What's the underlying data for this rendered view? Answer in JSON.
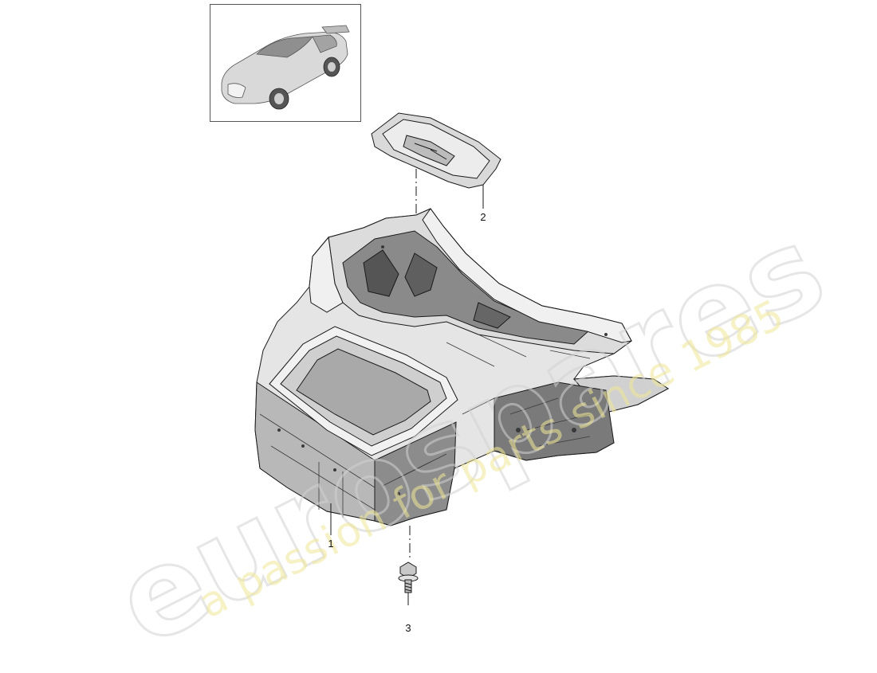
{
  "diagram": {
    "callouts": [
      {
        "id": "1",
        "label": "1"
      },
      {
        "id": "2",
        "label": "2"
      },
      {
        "id": "3",
        "label": "3"
      }
    ],
    "thumbnail": {
      "icon": "sports-car-icon"
    },
    "parts": {
      "front_end_assembly": {
        "icon": "front-body-structure-icon"
      },
      "cover_plate": {
        "icon": "cover-plate-icon"
      },
      "bolt": {
        "icon": "bolt-icon"
      }
    }
  },
  "watermark": {
    "brand": "eurospares",
    "tagline": "a passion for parts since 1985"
  },
  "colors": {
    "line": "#1a1a1a",
    "part_fill_light": "#e9e9e9",
    "part_fill_mid": "#bdbdbd",
    "part_fill_dark": "#6e6e6e",
    "watermark_brand": "#d2d2d2",
    "watermark_tagline": "#eee896"
  }
}
